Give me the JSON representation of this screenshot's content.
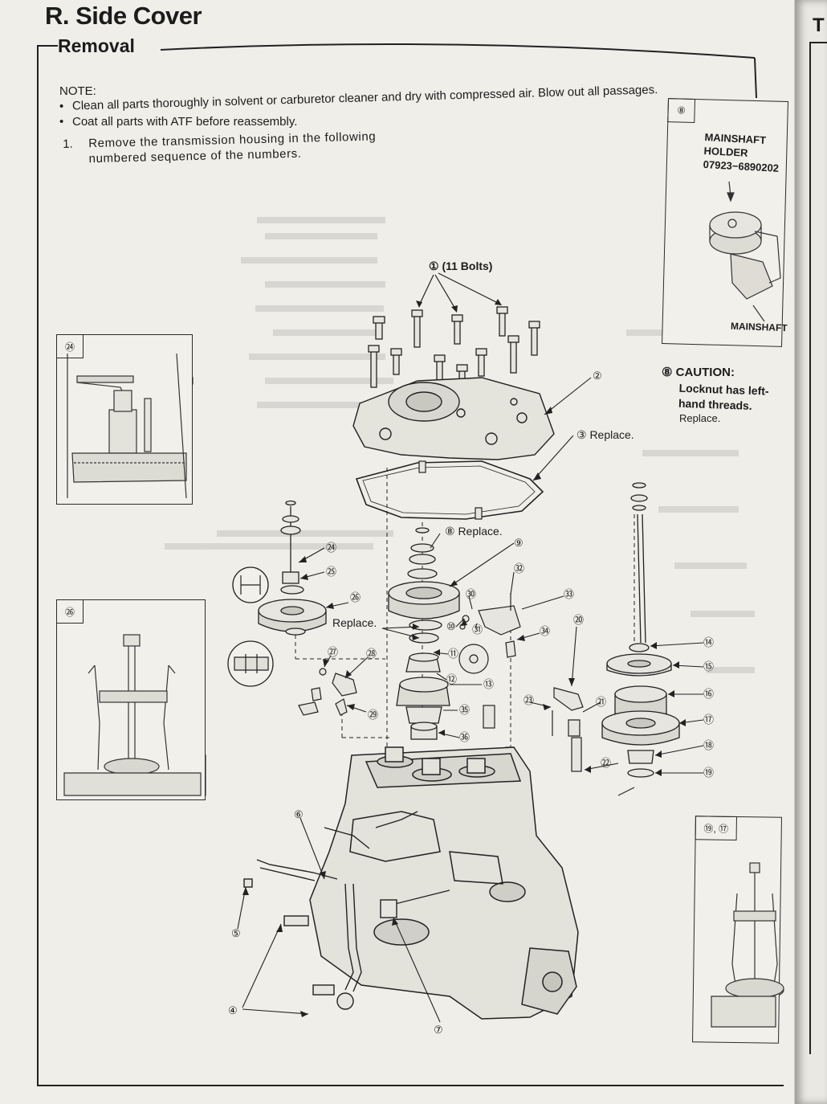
{
  "header": {
    "section_title": "R. Side Cover",
    "subsection_title": "Removal"
  },
  "note": {
    "heading": "NOTE:",
    "items": [
      "Clean all parts thoroughly in solvent or carburetor cleaner and dry with compressed air. Blow out all passages.",
      "Coat all parts with ATF before reassembly."
    ]
  },
  "steps": [
    {
      "number": "1.",
      "text": "Remove the transmission housing in the following numbered sequence of the numbers."
    }
  ],
  "callouts": {
    "bolts": "① (11 Bolts)",
    "c2": "②",
    "c3": "③ Replace.",
    "c4": "④",
    "c5": "⑤",
    "c6": "⑥",
    "c7": "⑦",
    "c8": "⑧ Replace.",
    "c9": "⑨",
    "c10": "⑩",
    "c11": "⑪",
    "c12": "⑫",
    "c13": "⑬",
    "c14": "⑭",
    "c15": "⑮",
    "c16": "⑯",
    "c17": "⑰",
    "c18": "⑱",
    "c19": "⑲",
    "c20": "⑳",
    "c21": "㉑",
    "c22": "㉒",
    "c23": "㉓",
    "c24": "㉔",
    "c25": "㉕",
    "c26": "㉖",
    "c27": "㉗",
    "c28": "㉘",
    "c29": "㉙",
    "c30": "㉚",
    "c31": "㉛",
    "c32": "㉜",
    "c33": "㉝",
    "c34": "㉞",
    "c35": "㉟",
    "c36": "㊱",
    "replace_mid": "Replace."
  },
  "insets": {
    "i24": {
      "tag": "㉔"
    },
    "i26": {
      "tag": "㉖"
    },
    "i8": {
      "tag": "⑧"
    },
    "i19_17": {
      "tag": "⑲, ⑰"
    }
  },
  "holder_tool": {
    "line1": "MAINSHAFT",
    "line2": "HOLDER",
    "part_number": "07923−6890202",
    "shaft_label": "MAINSHAFT"
  },
  "caution": {
    "title": "⑧ CAUTION:",
    "body": "Locknut has left-hand threads.",
    "replace": "Replace."
  },
  "edge_letter": "T"
}
